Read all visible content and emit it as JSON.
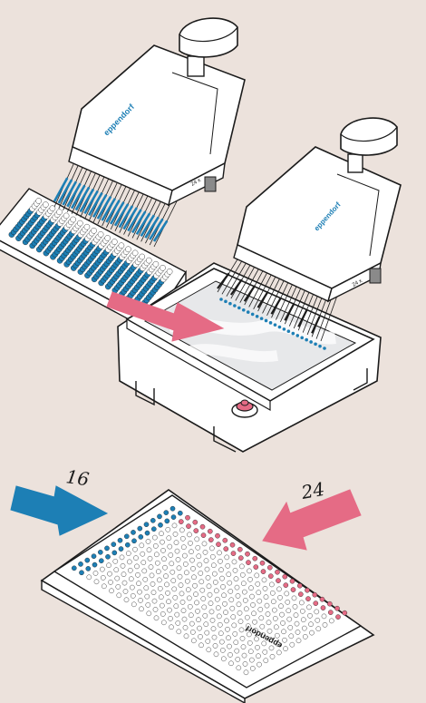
{
  "illustration": {
    "background": "#ece2dc",
    "colors": {
      "accent_blue": "#1d7fb5",
      "accent_pink": "#e56b85",
      "outline": "#1b1b1b",
      "body_white": "#ffffff",
      "reservoir_fill": "#e7e8ea"
    },
    "pipette_front": {
      "brand": "eppendorf",
      "channel_marker": "24 x"
    },
    "pipette_back": {
      "brand": "eppendorf",
      "channel_marker": "24 x"
    },
    "plate_bottom": {
      "brand": "eppendorf"
    },
    "arrows": {
      "blue_count": "16",
      "pink_count": "24"
    }
  }
}
